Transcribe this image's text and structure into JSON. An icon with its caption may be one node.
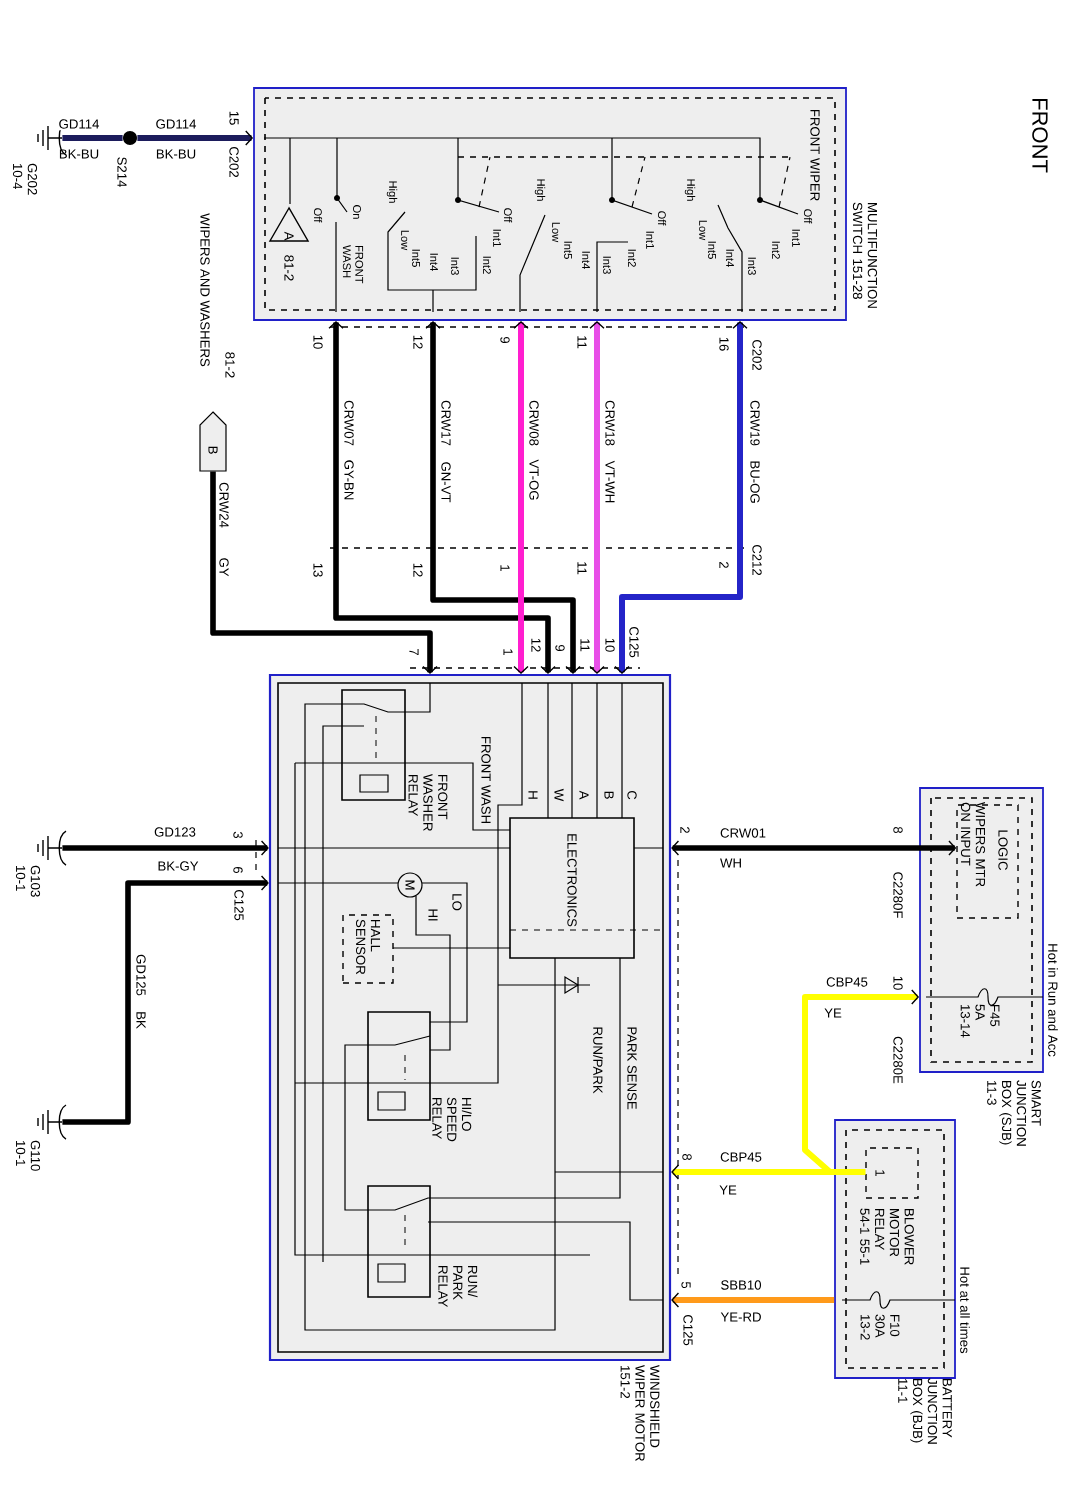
{
  "diagram": {
    "nodes": [
      {
        "text": [
          "FRONT WIPER",
          "MULTIFUNCTION SWITCH 151-28"
        ]
      },
      {
        "text": [
          "WINDSHIELD WIPER MOTOR 151-2"
        ]
      },
      {
        "text": [
          "FRONT WASHER RELAY"
        ],
        "in": 1
      },
      {
        "text": [
          "ELECTRONICS"
        ],
        "in": 1
      },
      {
        "text": [
          "HALL SENSOR"
        ],
        "in": 1
      },
      {
        "text": [
          "HI/LO SPEED RELAY"
        ],
        "in": 1
      },
      {
        "text": [
          "RUN/ PARK RELAY"
        ],
        "in": 1
      },
      {
        "text": [
          "SMART JUNCTION BOX (SJB) 11-3"
        ],
        "beside": [
          "Hot in Run and Acc"
        ]
      },
      {
        "text": [
          "LOGIC",
          "WIPERS MTR ON INPUT"
        ],
        "in": 7
      },
      {
        "text": [
          "BATTERY JUNCTION BOX (BJB) 11-1"
        ],
        "beside": [
          "Hot at all times"
        ]
      },
      {
        "text": [
          "1"
        ],
        "in": 9,
        "beside": [
          "BLOWER MOTOR RELAY 54-1 55-1"
        ]
      },
      {
        "text": [
          "G202 10-4"
        ]
      },
      {
        "text": [
          "S214"
        ]
      },
      {
        "text": [
          "G103 10-1"
        ]
      },
      {
        "text": [
          "G110 10-1"
        ]
      },
      {
        "text": [
          "B"
        ]
      },
      {
        "text": [
          "A"
        ],
        "in": 0,
        "beside": [
          "81-2"
        ]
      }
    ],
    "edges": [
      {
        "from": 12,
        "to": 11,
        "arrow": "none",
        "label": "GD114",
        "color": "#1c1c5c"
      },
      {
        "from": 12,
        "to": 0,
        "arrow": "to",
        "label": "GD114",
        "color": "#1c1c5c"
      },
      {
        "from": 0,
        "to": 1,
        "arrow": "both",
        "label": "CRW07"
      },
      {
        "from": 0,
        "to": 1,
        "arrow": "both",
        "label": "CRW17"
      },
      {
        "from": 0,
        "to": 1,
        "arrow": "both",
        "label": "CRW08",
        "color": "#ff1ecf"
      },
      {
        "from": 0,
        "to": 1,
        "arrow": "both",
        "label": "CRW18",
        "color": "#e84ee8"
      },
      {
        "from": 0,
        "to": 1,
        "arrow": "both",
        "label": "CRW19",
        "color": "#2424c8"
      },
      {
        "from": 15,
        "to": 1,
        "arrow": "to",
        "label": "CRW24"
      },
      {
        "from": 13,
        "to": 1,
        "arrow": "to",
        "label": "GD123"
      },
      {
        "from": 14,
        "to": 1,
        "arrow": "to",
        "label": "GD125"
      },
      {
        "from": 8,
        "to": 1,
        "arrow": "both",
        "label": "CRW01"
      },
      {
        "from": 10,
        "to": 7,
        "arrow": "to",
        "label": "CBP45",
        "color": "#ffff00"
      },
      {
        "from": 10,
        "to": 1,
        "arrow": "to",
        "label": "CBP45",
        "color": "#ffff00"
      },
      {
        "from": 9,
        "to": 1,
        "arrow": "to",
        "label": "SBB10",
        "color": "#ff9a1a"
      }
    ],
    "labels": [
      "FRONT",
      "BK-BU",
      "BK-BU",
      "15",
      "C202",
      "WIPERS AND WASHERS",
      "81-2",
      "Off",
      "On",
      "FRONT WASH",
      "High",
      "Low",
      "Int5",
      "Int4",
      "Int3",
      "Int2",
      "Int1",
      "Off",
      "High",
      "Low",
      "Int5",
      "Int4",
      "Int3",
      "Int2",
      "Int1",
      "Off",
      "High",
      "Low",
      "Int5",
      "Int4",
      "Int3",
      "Int2",
      "Int1",
      "Off",
      "10",
      "12",
      "9",
      "11",
      "16",
      "C202",
      "GY-BN",
      "GN-VT",
      "VT-OG",
      "VT-WH",
      "BU-OG",
      "13",
      "12",
      "1",
      "11",
      "2",
      "C212",
      "GY",
      "7",
      "1",
      "12",
      "9",
      "11",
      "10",
      "C125",
      "FRONT WASH",
      "H",
      "W",
      "A",
      "B",
      "C",
      "M",
      "LO",
      "HI",
      "RUN/PARK",
      "PARK SENSE",
      "BK-GY",
      "3",
      "6",
      "C125",
      "BK",
      "2",
      "WH",
      "8",
      "C2280F",
      "10",
      "YE",
      "C2280E",
      "F45 5A 13-14",
      "8",
      "YE",
      "5",
      "YE-RD",
      "C125",
      "F10 30A 13-2"
    ]
  }
}
